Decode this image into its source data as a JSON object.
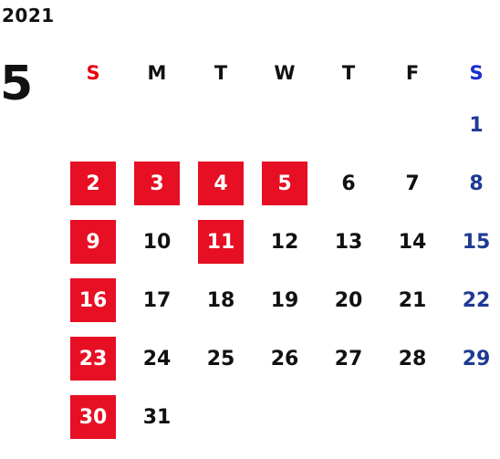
{
  "calendar": {
    "year": "2021",
    "month": "5",
    "weekdays": [
      "S",
      "M",
      "T",
      "W",
      "T",
      "F",
      "S"
    ],
    "weeks": [
      [
        "",
        "",
        "",
        "",
        "",
        "",
        "1"
      ],
      [
        "2",
        "3",
        "4",
        "5",
        "6",
        "7",
        "8"
      ],
      [
        "9",
        "10",
        "11",
        "12",
        "13",
        "14",
        "15"
      ],
      [
        "16",
        "17",
        "18",
        "19",
        "20",
        "21",
        "22"
      ],
      [
        "23",
        "24",
        "25",
        "26",
        "27",
        "28",
        "29"
      ],
      [
        "30",
        "31",
        "",
        "",
        "",
        "",
        ""
      ]
    ],
    "holidays": [
      "2",
      "3",
      "4",
      "5",
      "9",
      "11",
      "16",
      "23",
      "30"
    ],
    "colors": {
      "holiday_bg": "#e60f23",
      "sunday_header": "#e60012",
      "saturday_header": "#1a2fd0",
      "saturday_text": "#1f3a93",
      "text": "#111111"
    }
  }
}
